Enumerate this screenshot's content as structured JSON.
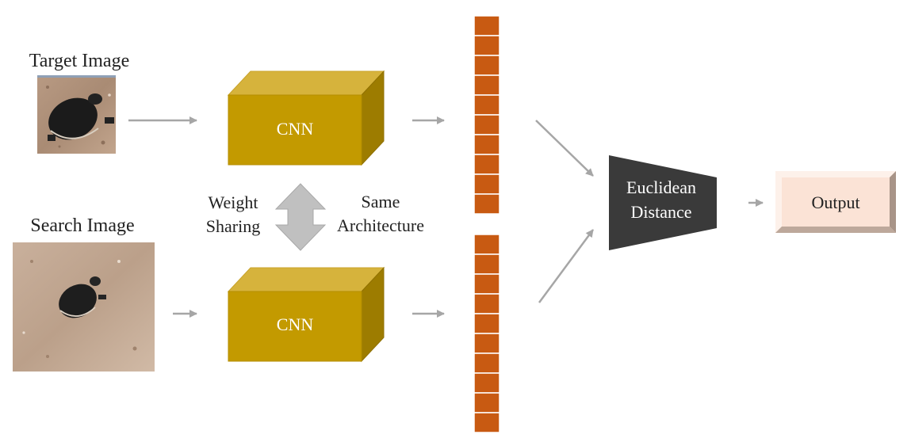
{
  "labels": {
    "target_image": "Target Image",
    "search_image": "Search Image",
    "cnn_top": "CNN",
    "cnn_bottom": "CNN",
    "weight_sharing_line1": "Weight",
    "weight_sharing_line2": "Sharing",
    "same_arch_line1": "Same",
    "same_arch_line2": "Architecture",
    "euclidean_line1": "Euclidean",
    "euclidean_line2": "Distance",
    "output": "Output"
  },
  "colors": {
    "cnn_front": "#C39A00",
    "cnn_top": "#D6B33C",
    "cnn_side": "#9D7C00",
    "feature_cell": "#C85A12",
    "euclidean": "#3A3A3A",
    "output_fill": "#FBE3D6",
    "arrow": "#A6A6A6",
    "double_arrow": "#C0C0C0"
  },
  "feature_vectors": {
    "top_cells": 10,
    "bottom_cells": 10
  }
}
